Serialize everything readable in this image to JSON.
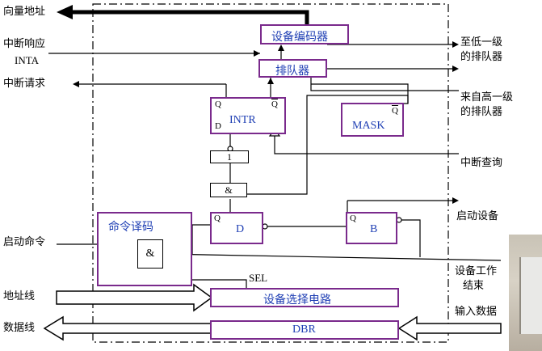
{
  "left_labels": {
    "vector_address": "向量地址",
    "interrupt_response": "中断响应",
    "inta": "INTA",
    "interrupt_request": "中断请求",
    "start_command": "启动命令",
    "address_line": "地址线",
    "data_line": "数据线"
  },
  "right_labels": {
    "to_lower_1": "至低一级",
    "to_lower_2": "的排队器",
    "from_higher_1": "来自高一级",
    "from_higher_2": "的排队器",
    "interrupt_query": "中断查询",
    "start_device": "启动设备",
    "device_done_1": "设备工作",
    "device_done_2": "结束",
    "input_data": "输入数据"
  },
  "blocks": {
    "device_encoder": "设备编码器",
    "queue": "排队器",
    "intr": "INTR",
    "mask": "MASK",
    "command_decoder": "命令译码",
    "d_flipflop": "D",
    "b_flipflop": "B",
    "device_select": "设备选择电路",
    "dbr": "DBR"
  },
  "pins": {
    "q": "Q",
    "qbar": "Q",
    "d": "D",
    "sel": "SEL",
    "and_gate": "&",
    "not_gate": "1"
  },
  "colors": {
    "block_border": "#7a2a8c",
    "block_text": "#1f3fb4",
    "wire": "#000000"
  }
}
